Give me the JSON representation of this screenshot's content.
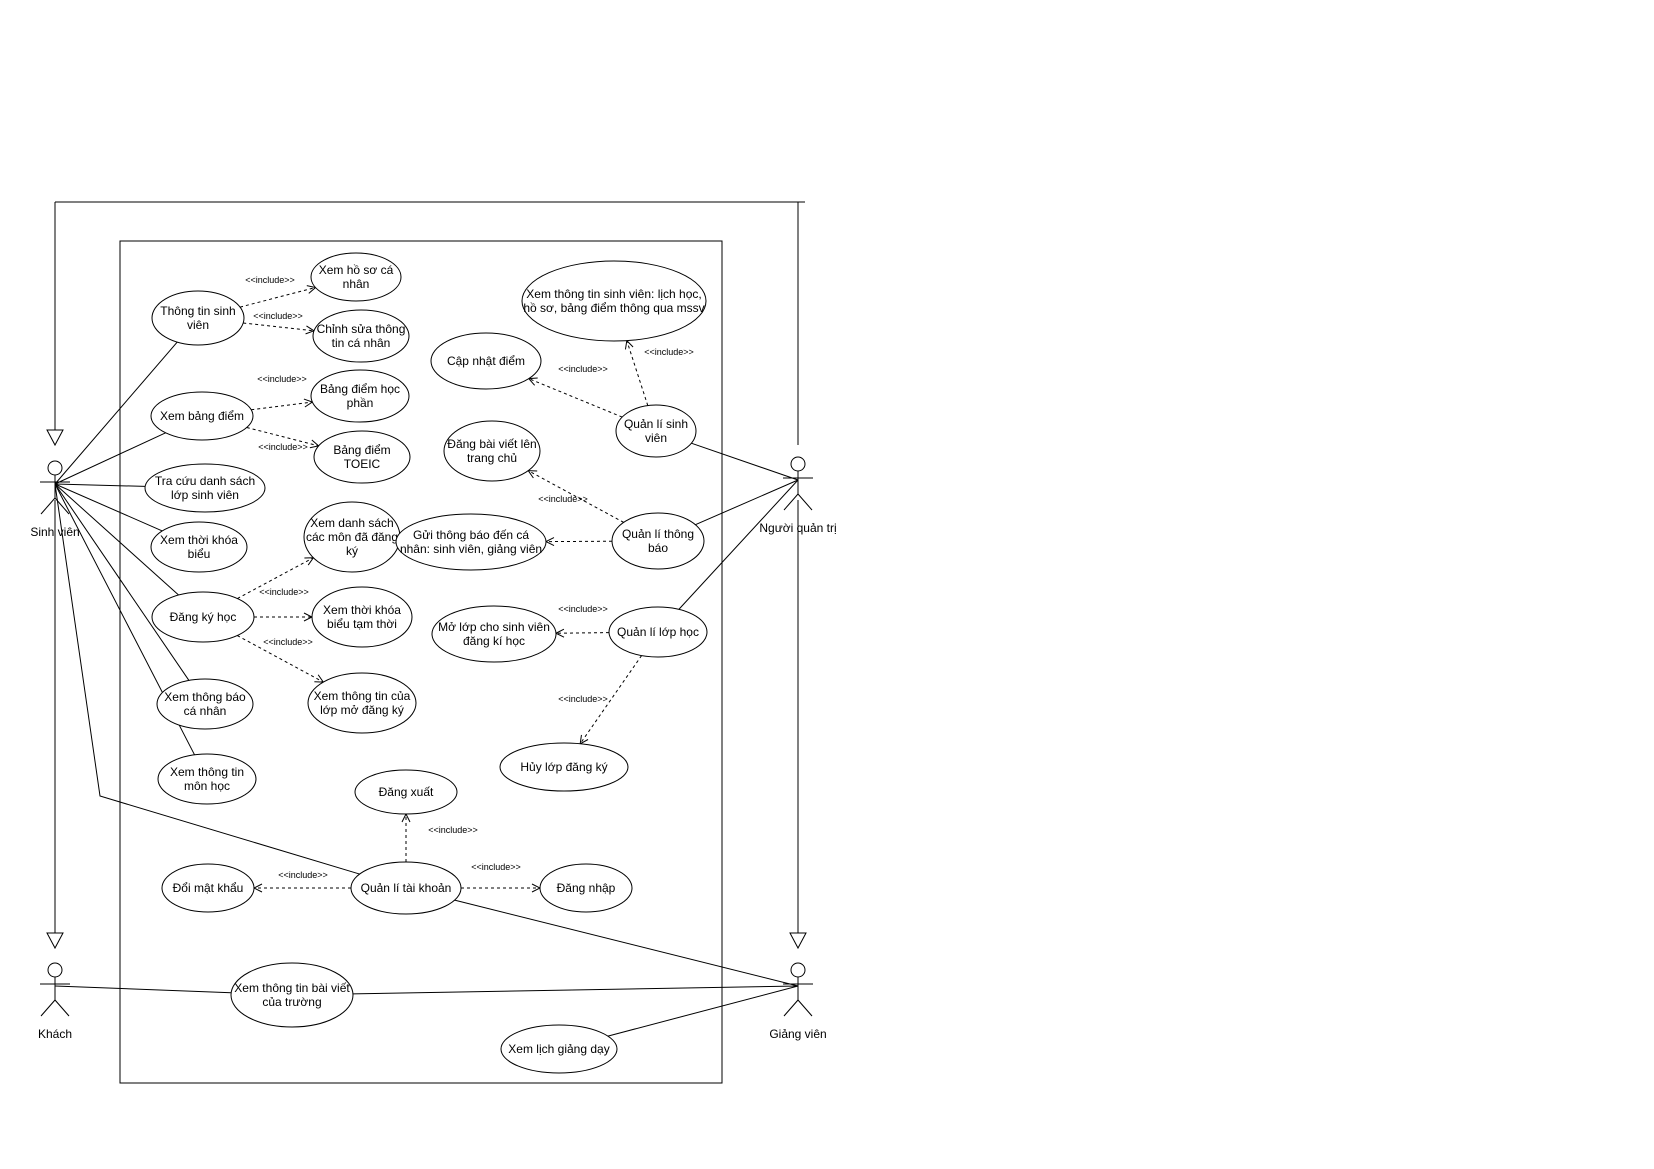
{
  "actors": [
    {
      "id": "sinhvien",
      "label": "Sinh viên"
    },
    {
      "id": "khach",
      "label": "Khách"
    },
    {
      "id": "quantri",
      "label": "Người quản trị"
    },
    {
      "id": "giangvien",
      "label": "Giảng viên"
    }
  ],
  "usecases": [
    {
      "id": "ttsv",
      "lines": [
        "Thông tin sinh",
        "viên"
      ]
    },
    {
      "id": "xemhs",
      "lines": [
        "Xem hồ sơ cá",
        "nhân"
      ]
    },
    {
      "id": "chinhsua",
      "lines": [
        "Chỉnh sửa thông",
        "tin cá nhân"
      ]
    },
    {
      "id": "xembd",
      "lines": [
        "Xem bảng điểm"
      ]
    },
    {
      "id": "bdhp",
      "lines": [
        "Bảng điểm học",
        "phần"
      ]
    },
    {
      "id": "bdtoeic",
      "lines": [
        "Bảng điểm",
        "TOEIC"
      ]
    },
    {
      "id": "tracuu",
      "lines": [
        "Tra cứu danh sách",
        "lớp sinh viên"
      ]
    },
    {
      "id": "xemtkb",
      "lines": [
        "Xem thời khóa",
        "biểu"
      ]
    },
    {
      "id": "dangky",
      "lines": [
        "Đăng ký học"
      ]
    },
    {
      "id": "xemdsmon",
      "lines": [
        "Xem danh sách",
        "các môn đã đăng",
        "ký"
      ]
    },
    {
      "id": "xemtkbtt",
      "lines": [
        "Xem thời khóa",
        "biểu tạm thời"
      ]
    },
    {
      "id": "xemttlop",
      "lines": [
        "Xem thông tin của",
        "lớp mở đăng ký"
      ]
    },
    {
      "id": "xemtb",
      "lines": [
        "Xem thông báo",
        "cá nhân"
      ]
    },
    {
      "id": "xemttmon",
      "lines": [
        "Xem thông tin",
        "môn học"
      ]
    },
    {
      "id": "xemttsvmssv",
      "lines": [
        "Xem thông tin sinh viên: lịch học,",
        "hồ sơ, bảng điểm thông qua mssv"
      ]
    },
    {
      "id": "capnhat",
      "lines": [
        "Cập nhật điểm"
      ]
    },
    {
      "id": "qlsv",
      "lines": [
        "Quản lí sinh",
        "viên"
      ]
    },
    {
      "id": "dangbai",
      "lines": [
        "Đăng bài viết lên",
        "trang chủ"
      ]
    },
    {
      "id": "guitb",
      "lines": [
        "Gửi thông báo đến cá",
        "nhân: sinh viên, giảng viên"
      ]
    },
    {
      "id": "qltb",
      "lines": [
        "Quản lí thông",
        "báo"
      ]
    },
    {
      "id": "molop",
      "lines": [
        "Mở lớp cho sinh viên",
        "đăng kí học"
      ]
    },
    {
      "id": "qllop",
      "lines": [
        "Quản lí lớp học"
      ]
    },
    {
      "id": "huylop",
      "lines": [
        "Hủy lớp đăng ký"
      ]
    },
    {
      "id": "dangxuat",
      "lines": [
        "Đăng xuất"
      ]
    },
    {
      "id": "qltk",
      "lines": [
        "Quản lí tài khoản"
      ]
    },
    {
      "id": "doimk",
      "lines": [
        "Đổi mật khẩu"
      ]
    },
    {
      "id": "dangnhap",
      "lines": [
        "Đăng nhập"
      ]
    },
    {
      "id": "xembv",
      "lines": [
        "Xem thông tin bài viết",
        "của trường"
      ]
    },
    {
      "id": "xemlich",
      "lines": [
        "Xem lịch giảng dạy"
      ]
    }
  ],
  "includes": [
    {
      "from": "ttsv",
      "to": "xemhs",
      "label": "<<include>>"
    },
    {
      "from": "ttsv",
      "to": "chinhsua",
      "label": "<<include>>"
    },
    {
      "from": "xembd",
      "to": "bdhp",
      "label": "<<include>>"
    },
    {
      "from": "xembd",
      "to": "bdtoeic",
      "label": "<<include>>"
    },
    {
      "from": "dangky",
      "to": "xemdsmon",
      "label": "<<include>>"
    },
    {
      "from": "dangky",
      "to": "xemtkbtt",
      "label": "<<include>>"
    },
    {
      "from": "dangky",
      "to": "xemttlop",
      "label": "<<include>>"
    },
    {
      "from": "qlsv",
      "to": "xemttsvmssv",
      "label": "<<include>>"
    },
    {
      "from": "qlsv",
      "to": "capnhat",
      "label": "<<include>>"
    },
    {
      "from": "qltb",
      "to": "dangbai",
      "label": "<<include>>"
    },
    {
      "from": "qltb",
      "to": "guitb",
      "label": "<<include>>"
    },
    {
      "from": "qllop",
      "to": "molop",
      "label": "<<include>>"
    },
    {
      "from": "qllop",
      "to": "huylop",
      "label": "<<include>>"
    },
    {
      "from": "qltk",
      "to": "dangxuat",
      "label": "<<include>>"
    },
    {
      "from": "qltk",
      "to": "doimk",
      "label": "<<include>>"
    },
    {
      "from": "qltk",
      "to": "dangnhap",
      "label": "<<include>>"
    }
  ],
  "associations": [
    {
      "actor": "sinhvien",
      "usecase": "ttsv"
    },
    {
      "actor": "sinhvien",
      "usecase": "xembd"
    },
    {
      "actor": "sinhvien",
      "usecase": "tracuu"
    },
    {
      "actor": "sinhvien",
      "usecase": "xemtkb"
    },
    {
      "actor": "sinhvien",
      "usecase": "dangky"
    },
    {
      "actor": "sinhvien",
      "usecase": "xemtb"
    },
    {
      "actor": "sinhvien",
      "usecase": "xemttmon"
    },
    {
      "actor": "sinhvien",
      "usecase": "qltk"
    },
    {
      "actor": "quantri",
      "usecase": "qlsv"
    },
    {
      "actor": "quantri",
      "usecase": "qltb"
    },
    {
      "actor": "quantri",
      "usecase": "qllop"
    },
    {
      "actor": "giangvien",
      "usecase": "qltk"
    },
    {
      "actor": "giangvien",
      "usecase": "xembv"
    },
    {
      "actor": "giangvien",
      "usecase": "xemlich"
    },
    {
      "actor": "khach",
      "usecase": "xembv"
    }
  ],
  "generalizations": [
    {
      "from": "sinhvien",
      "to": "khach"
    },
    {
      "from": "giangvien",
      "to": "khach"
    },
    {
      "from": "quantri",
      "to": "giangvien"
    }
  ]
}
